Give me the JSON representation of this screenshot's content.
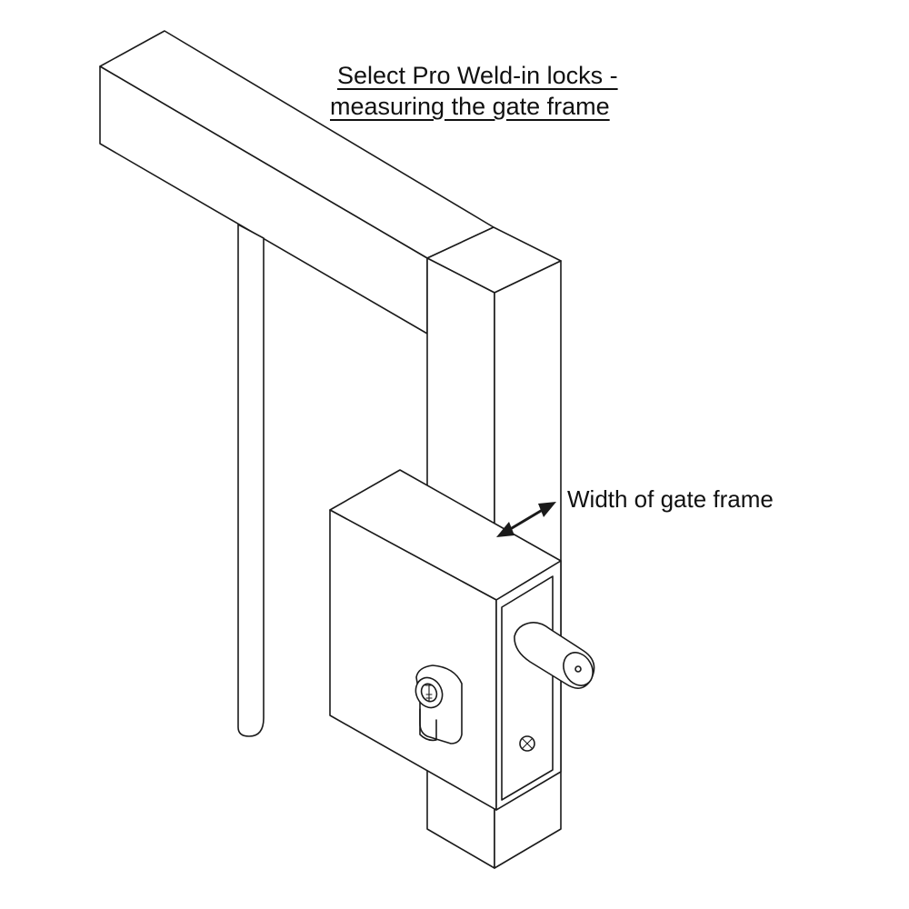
{
  "diagram": {
    "title_lines": [
      "Select Pro Weld-in locks -",
      "measuring the gate frame"
    ],
    "callout_label": "Width of gate frame",
    "line_color": "#1a1a1a",
    "fill_color": "#ffffff"
  }
}
